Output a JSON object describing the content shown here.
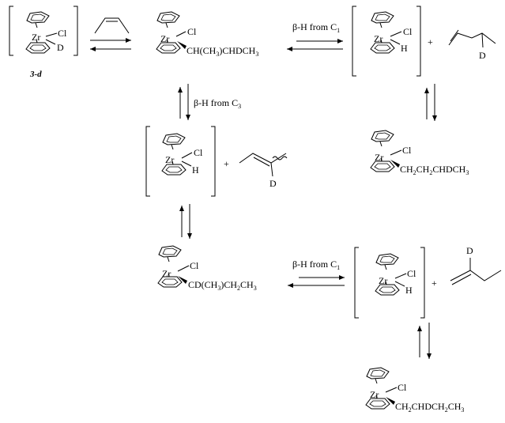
{
  "zr": "Zr",
  "cl": "Cl",
  "h": "H",
  "d": "D",
  "compound_label": "3-d",
  "mid_plus": "+",
  "alkyls": {
    "a": {
      "pre": "CH(CH",
      "s1": "3",
      "post": ")CHDCH",
      "s2": "3"
    },
    "b": {
      "pre": "CH",
      "s1": "2",
      "mid1": "CH",
      "s2": "2",
      "post": "CHDCH",
      "s3": "3"
    },
    "c": {
      "pre": "CD(CH",
      "s1": "3",
      "mid": ")CH",
      "s2": "2",
      "post": "CH",
      "s3": "3"
    },
    "d": {
      "pre": "CH",
      "s1": "2",
      "post": "CHDCH",
      "s2": "2",
      "tail": "CH",
      "s3": "3"
    }
  },
  "beta_c1": {
    "text": "β-H from C",
    "sub": "1"
  },
  "beta_c3": {
    "text": "β-H from C",
    "sub": "3"
  }
}
